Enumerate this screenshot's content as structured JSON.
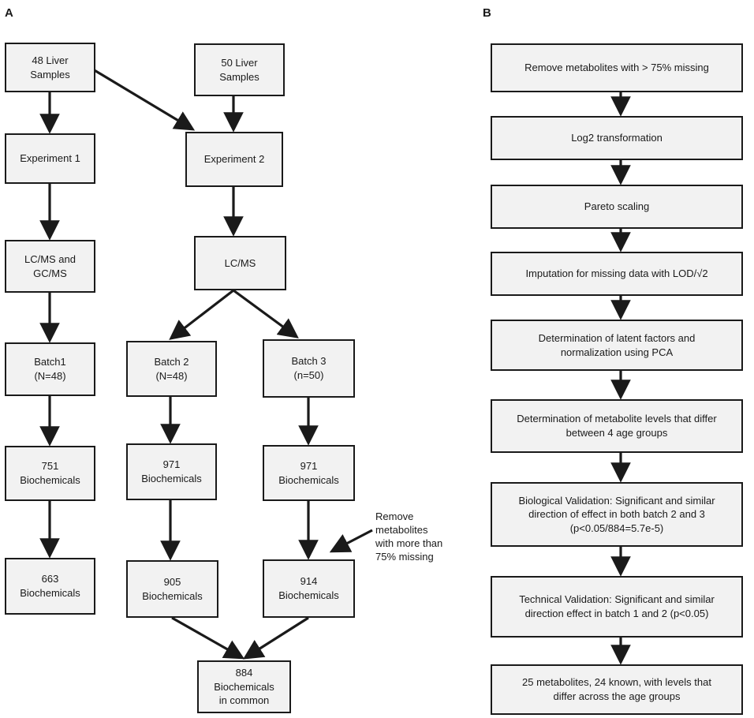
{
  "panel_a": {
    "label": "A",
    "nodes": {
      "samples_48": "48 Liver\nSamples",
      "samples_50": "50 Liver\nSamples",
      "experiment_1": "Experiment 1",
      "experiment_2": "Experiment 2",
      "lcms_gcms": "LC/MS and\nGC/MS",
      "lcms": "LC/MS",
      "batch_1": "Batch1\n(N=48)",
      "batch_2": "Batch 2\n(N=48)",
      "batch_3": "Batch 3\n(n=50)",
      "biochem_751": "751\nBiochemicals",
      "biochem_971_b2": "971\nBiochemicals",
      "biochem_971_b3": "971\nBiochemicals",
      "biochem_663": "663\nBiochemicals",
      "biochem_905": "905\nBiochemicals",
      "biochem_914": "914\nBiochemicals",
      "biochem_884_common": "884\nBiochemicals\nin common"
    },
    "annotation": "Remove\nmetabolites\nwith more than\n75% missing"
  },
  "panel_b": {
    "label": "B",
    "steps": [
      "Remove metabolites with > 75% missing",
      "Log2 transformation",
      "Pareto scaling",
      "Imputation for missing data with LOD/√2",
      "Determination of latent factors and\nnormalization using PCA",
      "Determination of metabolite levels that differ\nbetween 4 age groups",
      "Biological Validation: Significant and similar\ndirection of effect in both batch 2 and 3\n(p<0.05/884=5.7e-5)",
      "Technical Validation: Significant and similar\ndirection effect in batch 1 and 2 (p<0.05)",
      "25 metabolites, 24 known, with levels that\ndiffer across the age groups"
    ]
  },
  "colors": {
    "box_fill": "#f2f2f2",
    "stroke": "#1a1a1a",
    "background": "#ffffff"
  }
}
